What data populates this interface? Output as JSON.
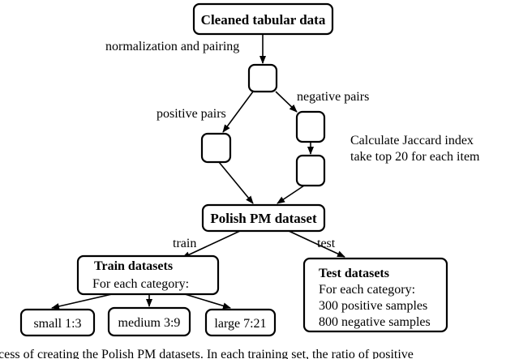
{
  "nodes": {
    "cleaned": "Cleaned tabular data",
    "polish": "Polish PM dataset",
    "train_title": "Train datasets",
    "train_sub": "For each category:",
    "test_title": "Test datasets",
    "test_line1": "For each category:",
    "test_line2": "300 positive samples",
    "test_line3": "800 negative samples",
    "small": "small 1:3",
    "medium": "medium 3:9",
    "large": "large 7:21"
  },
  "edges": {
    "normalization": "normalization and pairing",
    "positive": "positive pairs",
    "negative": "negative pairs",
    "train": "train",
    "test": "test"
  },
  "annotation": {
    "line1": "Calculate Jaccard index",
    "line2": "take top 20 for each item"
  },
  "caption": "cess of creating the Polish PM datasets. In each training set, the ratio of positive"
}
